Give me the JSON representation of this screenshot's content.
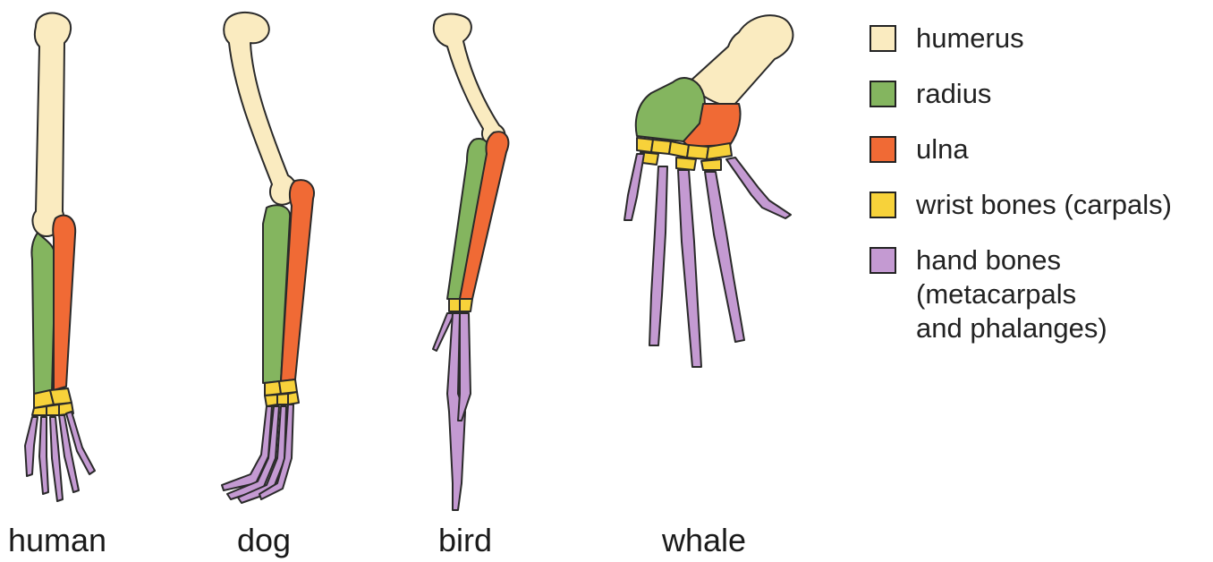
{
  "legend": {
    "items": [
      {
        "key": "humerus",
        "lines": [
          "humerus"
        ],
        "color": "#FAEBC0"
      },
      {
        "key": "radius",
        "lines": [
          "radius"
        ],
        "color": "#84B55F"
      },
      {
        "key": "ulna",
        "lines": [
          "ulna"
        ],
        "color": "#F06A35"
      },
      {
        "key": "wrist",
        "lines": [
          "wrist bones (carpals)"
        ],
        "color": "#F7D23A"
      },
      {
        "key": "hand",
        "lines": [
          "hand bones",
          "(metacarpals",
          "and phalanges)"
        ],
        "color": "#C49AD2"
      }
    ]
  },
  "limbs": {
    "human": "human",
    "dog": "dog",
    "bird": "bird",
    "whale": "whale"
  },
  "outline_color": "#2a2a2a"
}
